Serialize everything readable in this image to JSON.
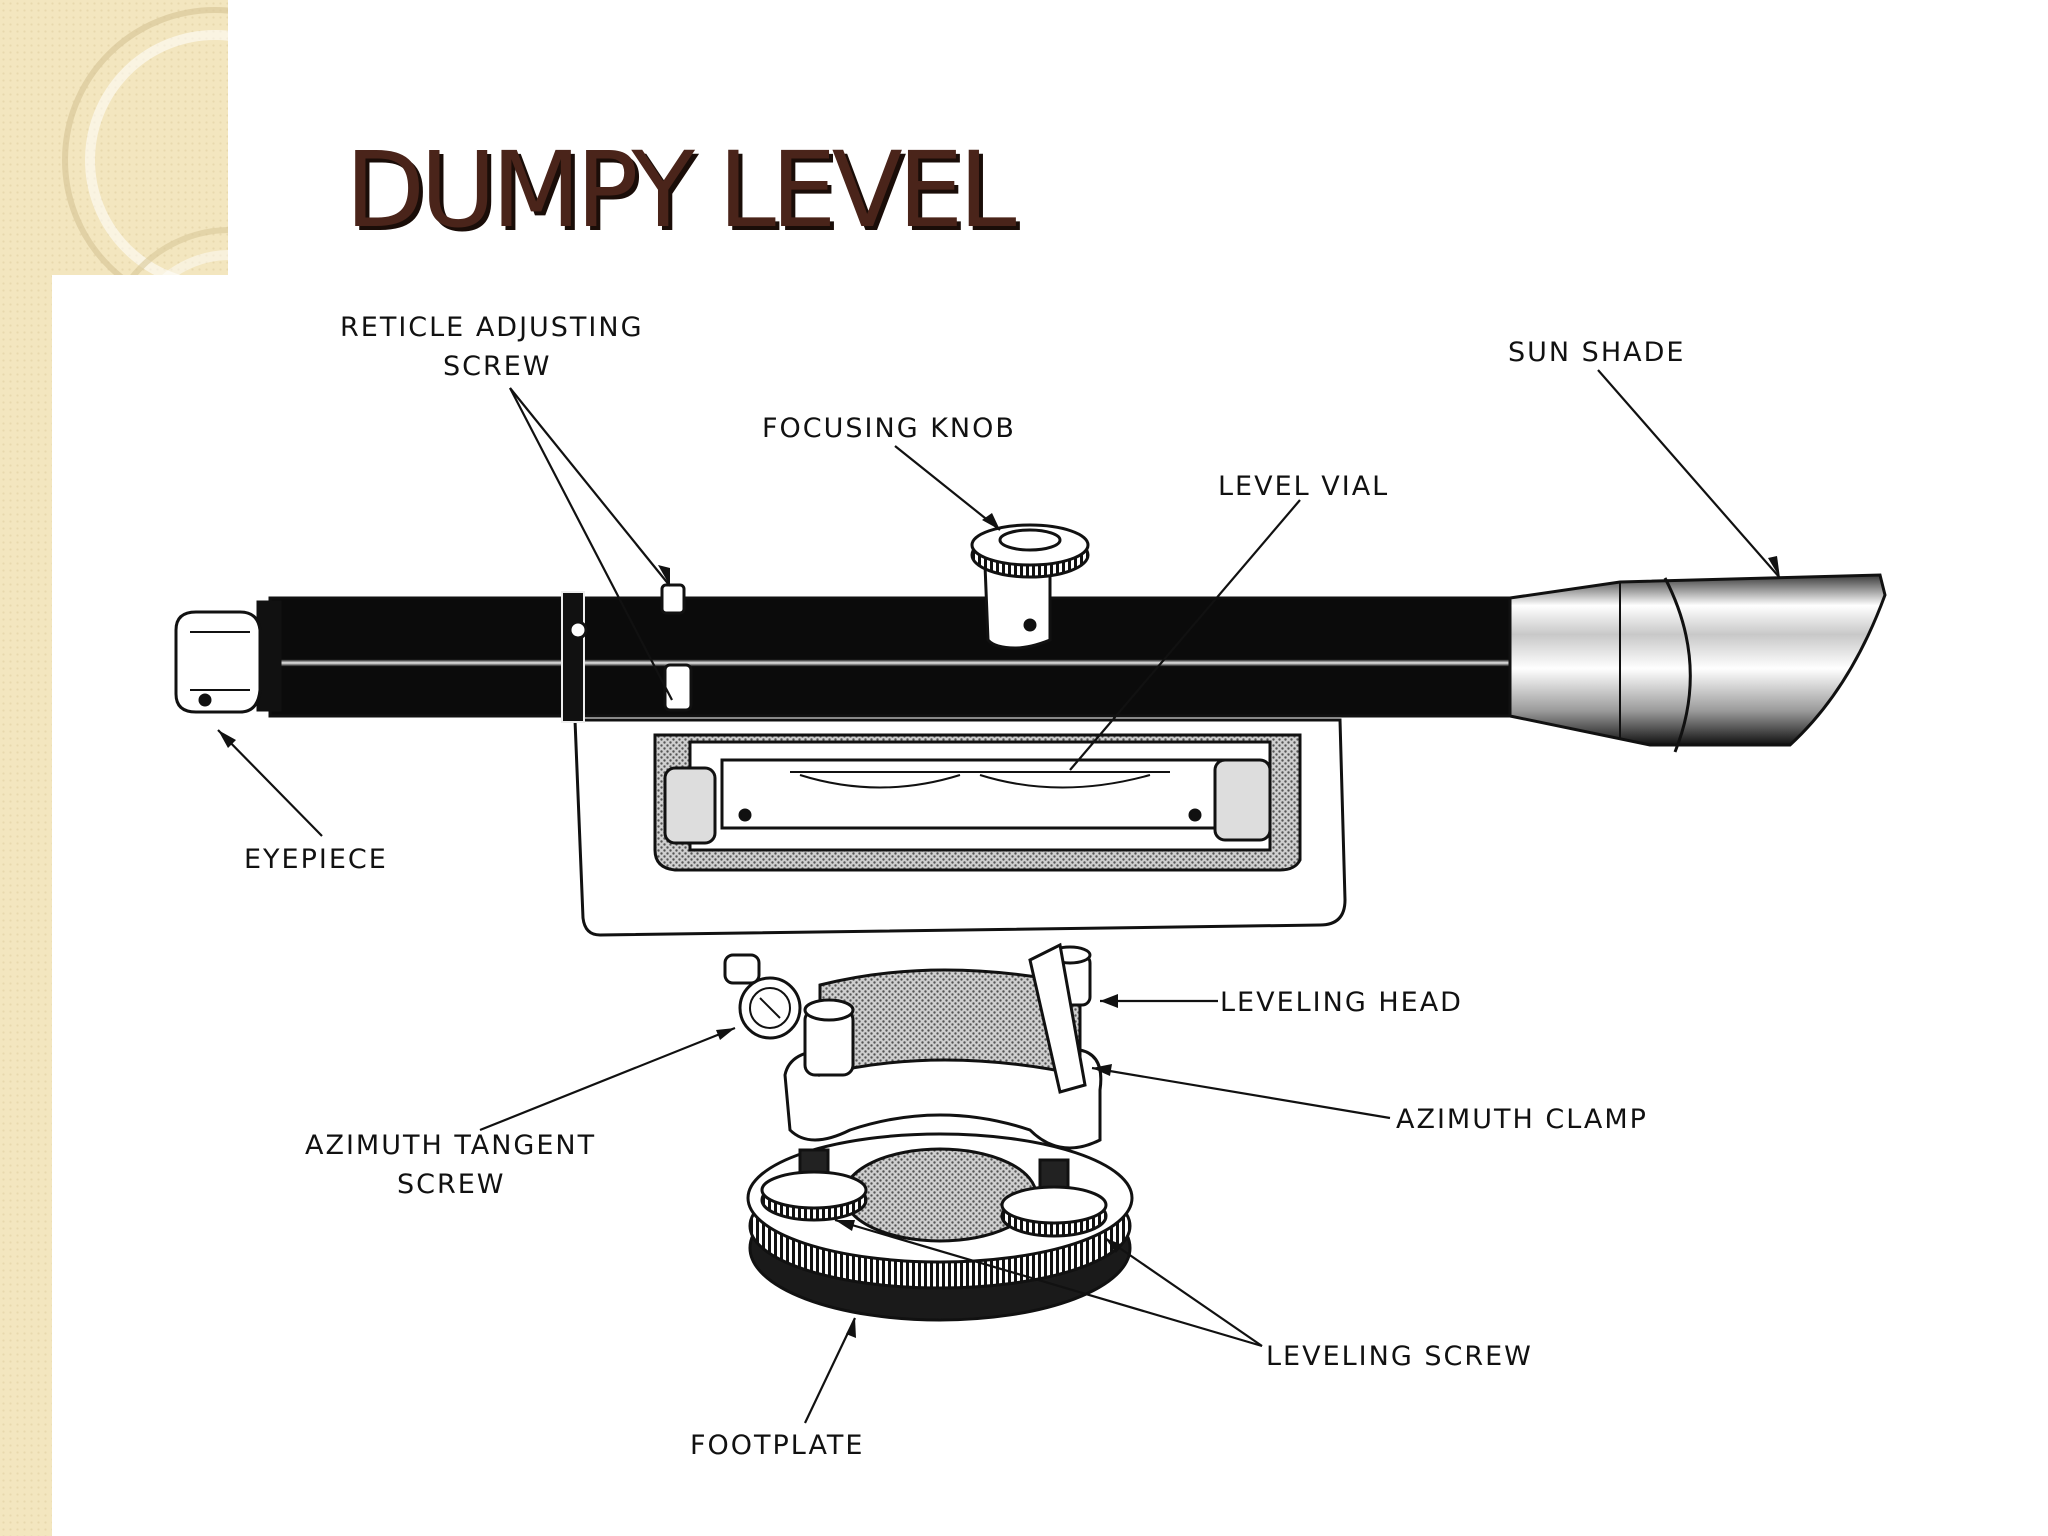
{
  "slide": {
    "title": "DUMPY LEVEL"
  },
  "diagram": {
    "labels": {
      "reticle_adjusting_screw_line1": "RETICLE ADJUSTING",
      "reticle_adjusting_screw_line2": "SCREW",
      "focusing_knob": "FOCUSING KNOB",
      "level_vial": "LEVEL VIAL",
      "sun_shade": "SUN SHADE",
      "eyepiece": "EYEPIECE",
      "leveling_head": "LEVELING HEAD",
      "azimuth_clamp": "AZIMUTH CLAMP",
      "azimuth_tangent_screw_line1": "AZIMUTH TANGENT",
      "azimuth_tangent_screw_line2": "SCREW",
      "leveling_screw": "LEVELING SCREW",
      "footplate": "FOOTPLATE"
    }
  },
  "colors": {
    "title_color": "#4a241a",
    "title_shadow": "#1a0d08",
    "side_band": "#f3e6bf",
    "ink": "#111111"
  }
}
